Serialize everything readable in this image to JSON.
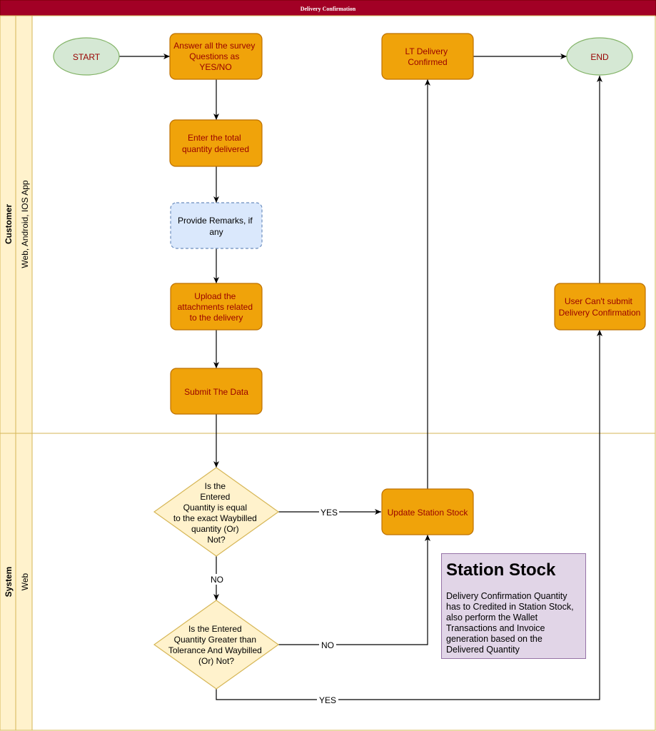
{
  "title": "Delivery Confirmation",
  "lanes": {
    "customer": {
      "label": "Customer",
      "sublabel": "Web, Android, IOS App"
    },
    "system": {
      "label": "System",
      "sublabel": "Web"
    }
  },
  "nodes": {
    "start": "START",
    "end": "END",
    "survey": [
      "Answer all the survey",
      "Questions as",
      "YES/NO"
    ],
    "total": [
      "Enter the total",
      "quantity delivered"
    ],
    "remarks": [
      "Provide Remarks, if",
      "any"
    ],
    "upload": [
      "Upload the",
      "attachments related",
      "to the delivery"
    ],
    "submit": [
      "Submit The Data"
    ],
    "lt_confirmed": [
      "LT Delivery",
      "Confirmed"
    ],
    "cant_submit": [
      "User Can't submit",
      "Delivery Confirmation"
    ],
    "update_stock": [
      "Update Station Stock"
    ],
    "decision1": [
      "Is the",
      "Entered",
      "Quantity is equal",
      "to the exact Waybilled",
      "quantity (Or)",
      "Not?"
    ],
    "decision2": [
      "Is the Entered",
      "Quantity Greater than",
      "Tolerance And Waybilled",
      "(Or) Not?"
    ]
  },
  "edge_labels": {
    "yes1": "YES",
    "no1": "NO",
    "no2": "NO",
    "yes2": "YES"
  },
  "note": {
    "title": "Station Stock",
    "body": "Delivery Confirmation Quantity has to Credited in Station Stock, also perform the Wallet Transactions and Invoice generation based on the Delivered Quantity"
  },
  "colors": {
    "title_bar": "#a20025",
    "lane_fill": "#fff2cc",
    "lane_border": "#d6b656",
    "process_fill": "#f0a30a",
    "process_border": "#bd7000",
    "process_text": "#990000",
    "terminal_fill": "#d5e8d4",
    "terminal_border": "#82b366",
    "terminal_text": "#990000",
    "remarks_fill": "#dae8fc",
    "remarks_border": "#6c8ebf",
    "decision_fill": "#fff2cc",
    "decision_border": "#d6b656",
    "note_fill": "#e1d5e7",
    "note_border": "#9673a6"
  }
}
